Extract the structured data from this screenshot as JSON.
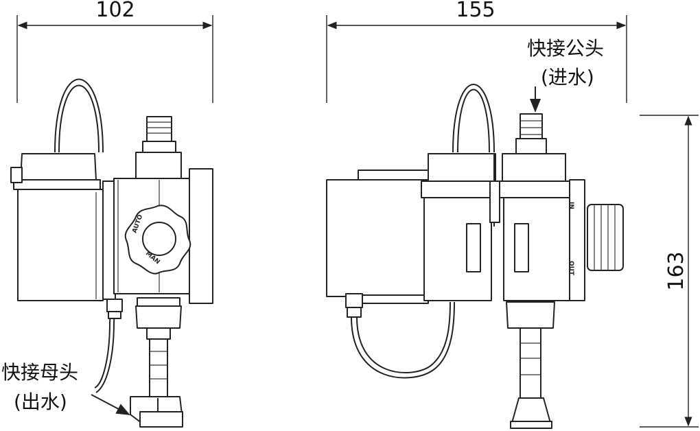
{
  "dimensions": {
    "width_left": "102",
    "width_right": "155",
    "height": "163"
  },
  "labels": {
    "male_connector_line1": "快接公头",
    "male_connector_line2": "(进水)",
    "female_connector_line1": "快接母头",
    "female_connector_line2": "(出水)"
  },
  "knob_markings": {
    "auto": "AUTO",
    "man": "MAN"
  },
  "side_markings": {
    "in": "IN",
    "out": "OUT"
  }
}
